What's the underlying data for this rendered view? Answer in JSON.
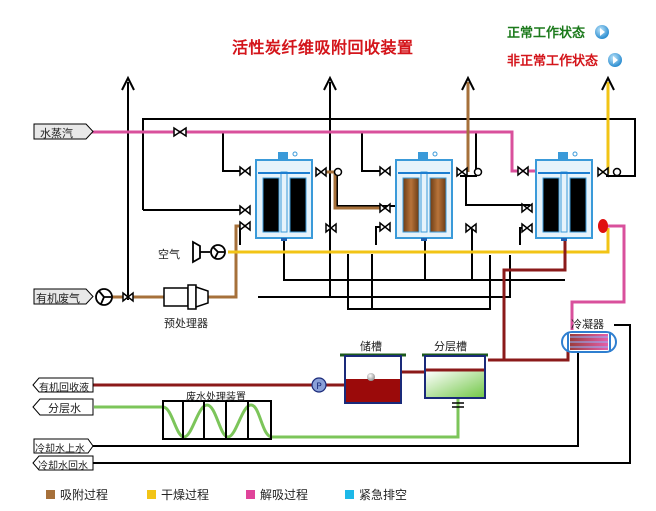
{
  "title": "活性炭纤维吸附回收装置",
  "status_buttons": [
    {
      "label": "正常工作状态",
      "color": "#1c7a1c"
    },
    {
      "label": "非正常工作状态",
      "color": "#d4151b"
    }
  ],
  "inputs": {
    "steam": "水蒸汽",
    "waste_gas": "有机废气",
    "air": "空气"
  },
  "equipment": {
    "pretreatment": "预处理器",
    "storage_tank": "储槽",
    "separation_tank": "分层槽",
    "condenser": "冷凝器",
    "wastewater_unit": "废水处理装置",
    "pump": "P"
  },
  "outputs": {
    "recovered_liquid": "有机回收液",
    "separated_water": "分层水",
    "cooling_supply": "冷却水上水",
    "cooling_return": "冷却水回水"
  },
  "legend": [
    {
      "label": "吸附过程",
      "color": "#a6703a"
    },
    {
      "label": "干燥过程",
      "color": "#f2c416"
    },
    {
      "label": "解吸过程",
      "color": "#e0439a"
    },
    {
      "label": "紧急排空",
      "color": "#1db8e8"
    }
  ],
  "colors": {
    "adsorption": "#a6703a",
    "drying": "#f2c416",
    "desorption": "#d9509c",
    "emergency": "#1db8e8",
    "liquid": "#8b1a1a",
    "water": "#7cc55a",
    "vessel": "#3a9ad9"
  }
}
